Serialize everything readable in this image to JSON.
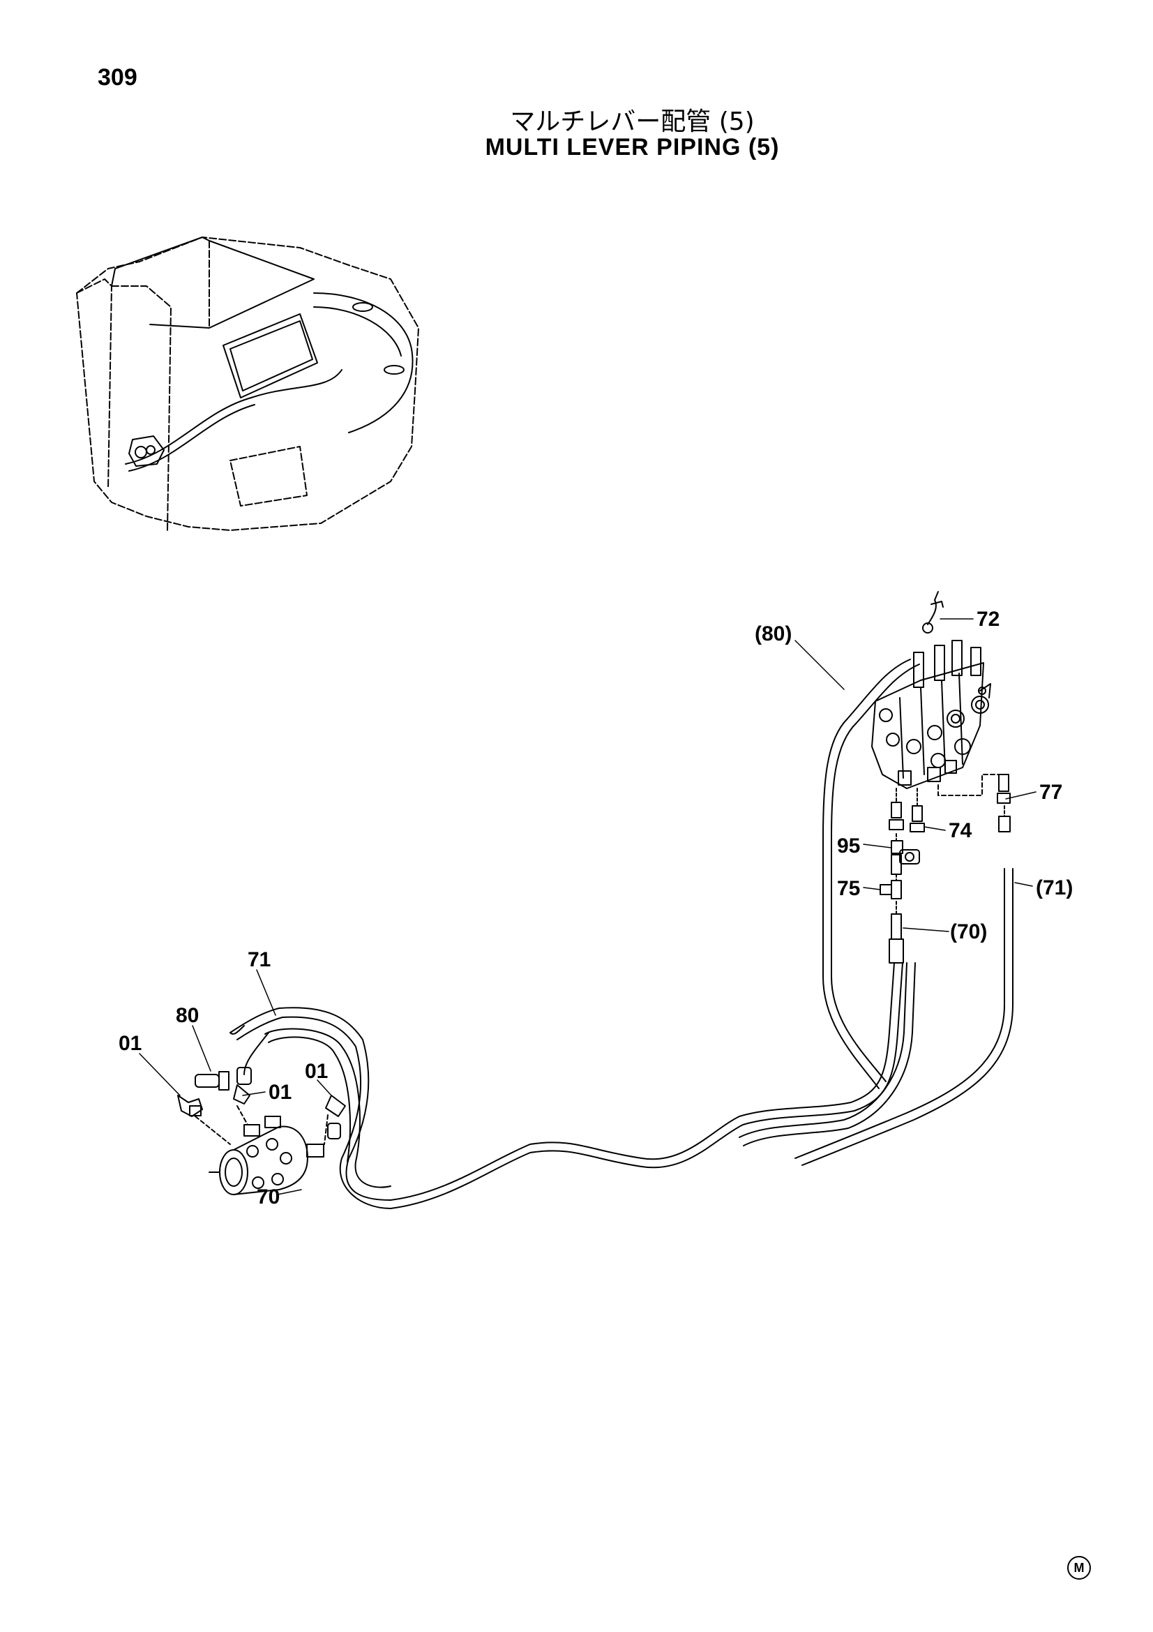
{
  "page_number": "309",
  "title_jp": "マルチレバー配管 (5)",
  "title_en": "MULTI LEVER PIPING (5)",
  "callouts": {
    "c72": "72",
    "c80p": "(80)",
    "c77": "77",
    "c74": "74",
    "c95": "95",
    "c71p": "(71)",
    "c75": "75",
    "c70p": "(70)",
    "c71": "71",
    "c80": "80",
    "c01a": "01",
    "c01b": "01",
    "c01c": "01",
    "c70": "70"
  },
  "corner_mark": "M",
  "icons": [
    "excavator-overview-icon",
    "control-valve-icon",
    "swivel-joint-icon"
  ]
}
